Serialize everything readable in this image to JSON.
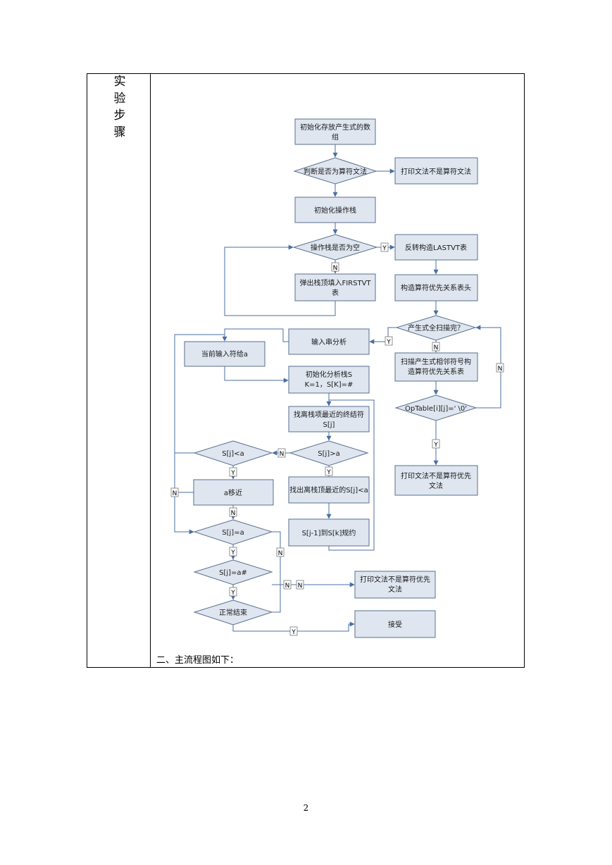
{
  "side_label": [
    "实",
    "验",
    "步",
    "骤"
  ],
  "caption": "二、主流程图如下：",
  "page_number": "2",
  "flow": {
    "init_array": [
      "初始化存放产生式的数",
      "组"
    ],
    "check_op": "判断是否为算符文法",
    "print_not_op": "打印文法不是算符文法",
    "init_stack": "初始化操作栈",
    "stack_empty": "操作栈是否为空",
    "reverse_lastvt": "反转构造LASTVT表",
    "pop_firstvt": [
      "弹出栈顶填入FIRSTVT",
      "表"
    ],
    "build_prec_head": "构造算符优先关系表头",
    "prod_scanned": "产生式全扫描完？",
    "input_analyze": "输入串分析",
    "current_to_a": "当前输入符给a",
    "scan_adjacent": [
      "扫描产生式相邻符号构",
      "造算符优先关系表"
    ],
    "init_analysis": [
      "初始化分析栈S",
      "K=1，S[K]=#"
    ],
    "optable_check": "OpTable[i][j]=' \\0'",
    "find_nearest_term": [
      "找离栈项最近的终结符",
      "S[j]"
    ],
    "sj_lt_a": "S[j]<a",
    "sj_gt_a": "S[j]>a",
    "print_not_prec_right": [
      "打印文法不是算符优先",
      "文法"
    ],
    "a_move": "a移近",
    "find_nearest_sj": "找出离栈顶最近的S[j]<a",
    "sj_eq_a": "S[j]=a",
    "reduce": "S[j-1]到S[k]规约",
    "sj_eq_a_hash": "S[j]=a#",
    "print_not_prec_bottom": [
      "打印文法不是算符优先",
      "文法"
    ],
    "normal_end": "正常结束",
    "accept": "接受",
    "labels": {
      "yes": "Y",
      "no": "N"
    }
  },
  "colors": {
    "box_fill": "#dfe6f0",
    "box_stroke": "#5a6f8e",
    "arrow": "#4a6fa5"
  }
}
